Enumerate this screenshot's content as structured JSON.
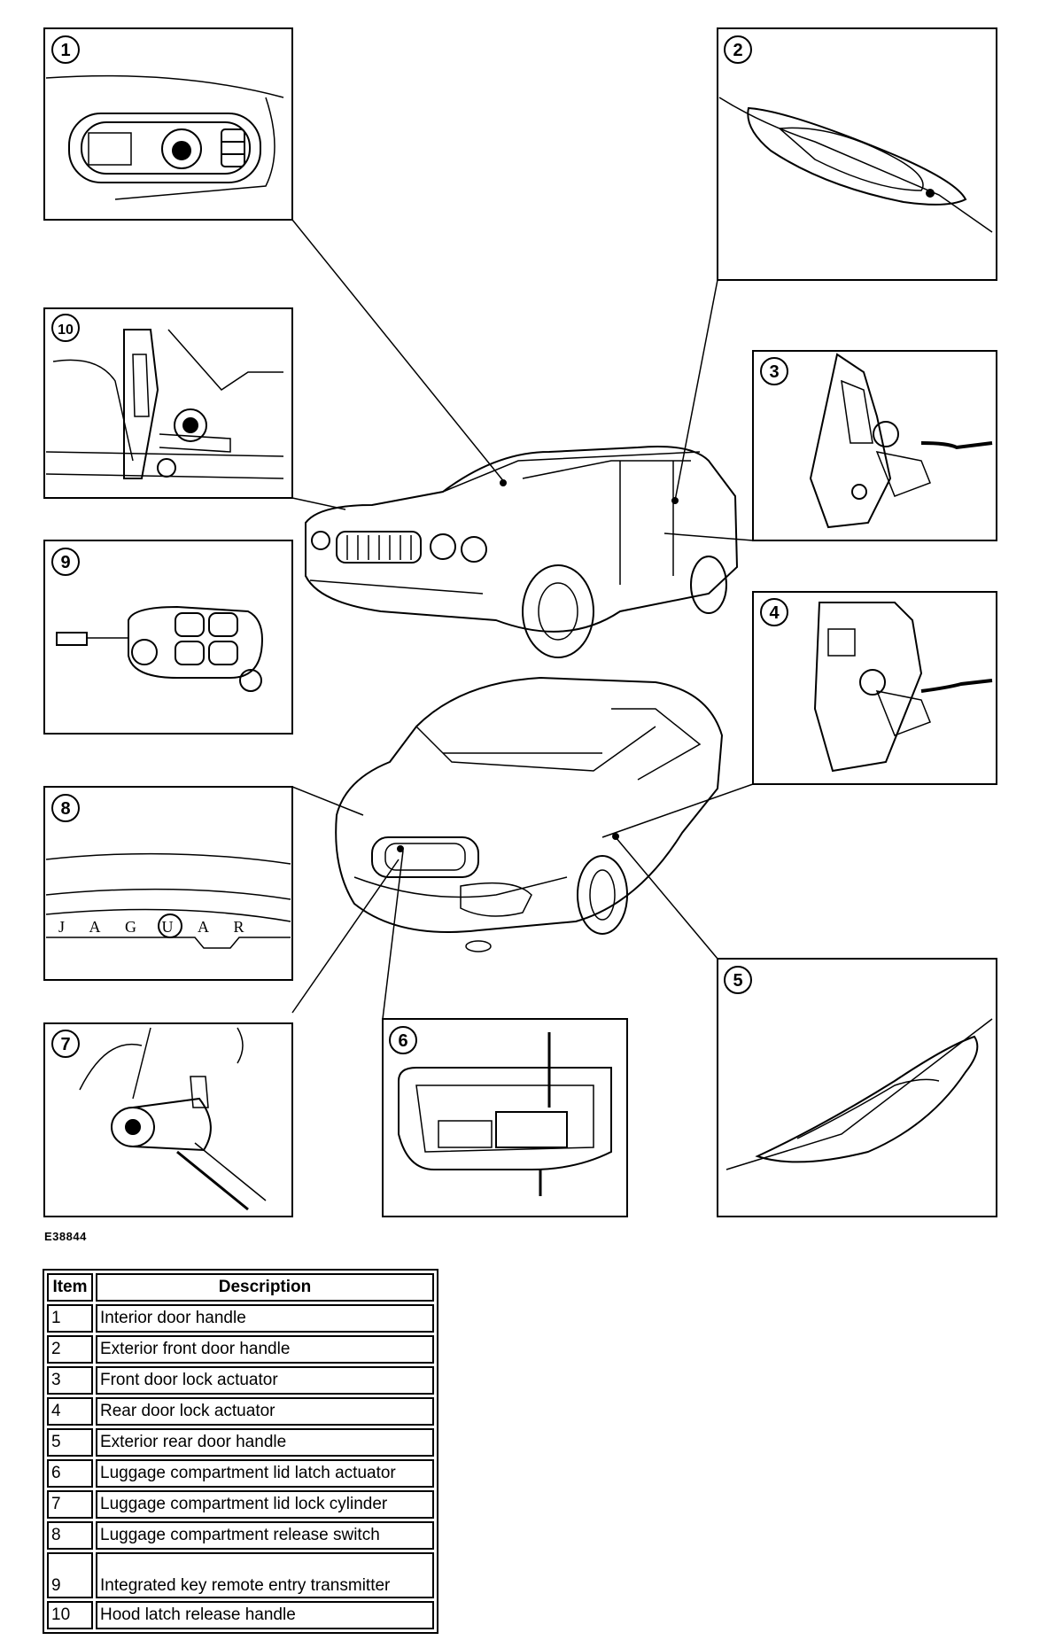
{
  "figure_code": "E38844",
  "callouts": [
    "1",
    "2",
    "3",
    "4",
    "5",
    "6",
    "7",
    "8",
    "9",
    "10"
  ],
  "badge_text": "J A G U A R",
  "legend": {
    "header_item": "Item",
    "header_desc": "Description",
    "rows": [
      {
        "item": "1",
        "desc": "Interior door handle"
      },
      {
        "item": "2",
        "desc": "Exterior front door handle"
      },
      {
        "item": "3",
        "desc": "Front door lock actuator"
      },
      {
        "item": "4",
        "desc": "Rear door lock actuator"
      },
      {
        "item": "5",
        "desc": "Exterior rear door handle"
      },
      {
        "item": "6",
        "desc": "Luggage compartment lid latch actuator"
      },
      {
        "item": "7",
        "desc": "Luggage compartment lid lock cylinder"
      },
      {
        "item": "8",
        "desc": "Luggage compartment release switch"
      },
      {
        "item": "9",
        "desc": "Integrated key remote entry transmitter"
      },
      {
        "item": "10",
        "desc": "Hood latch release handle"
      }
    ]
  }
}
